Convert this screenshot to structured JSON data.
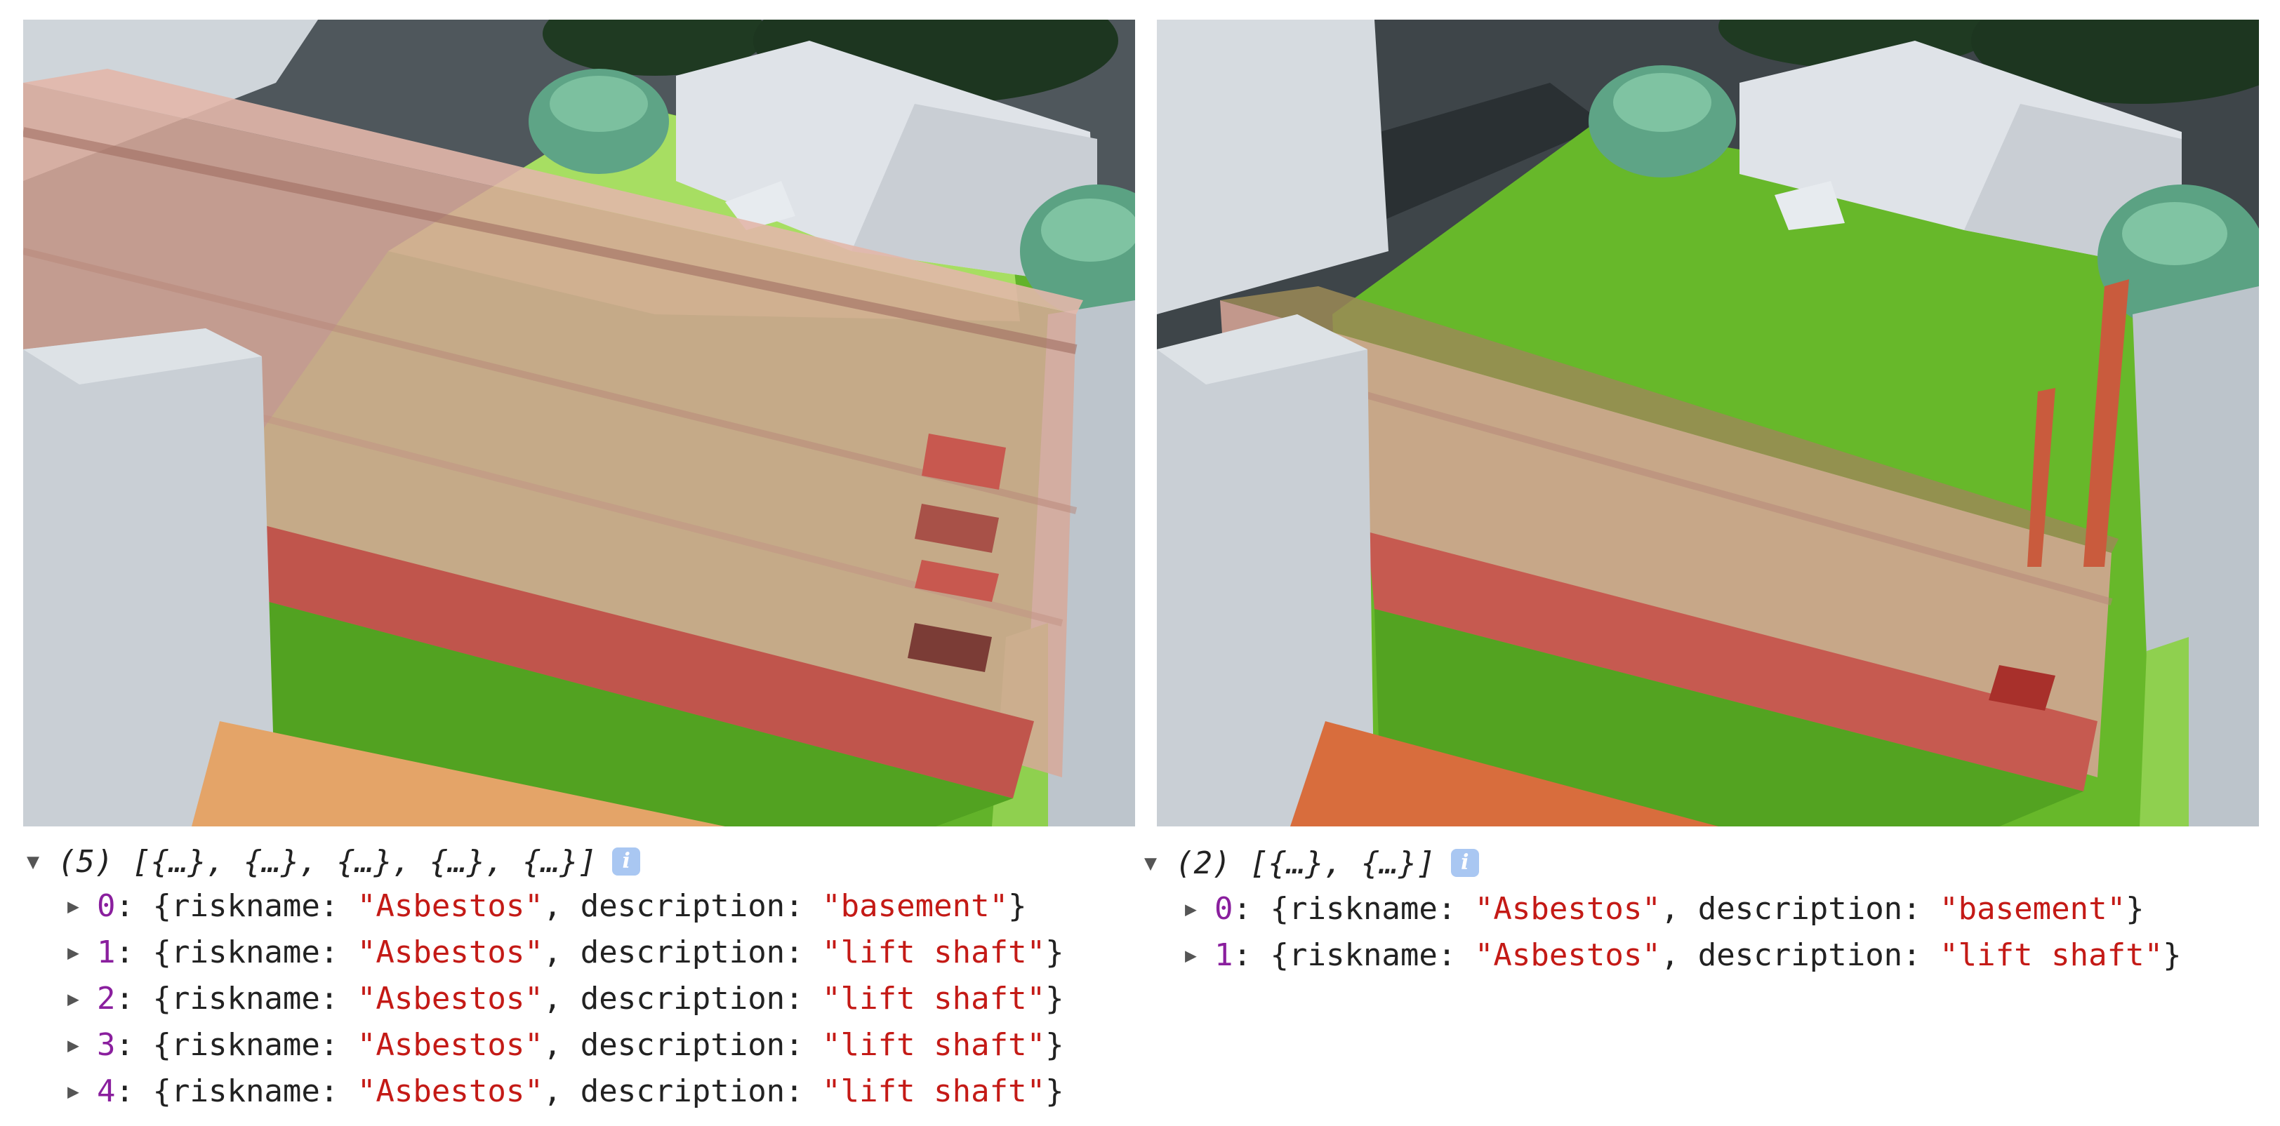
{
  "left_panel": {
    "summary": "(5) [{…}, {…}, {…}, {…}, {…}]",
    "info_icon": "i",
    "entries": [
      {
        "index": "0",
        "riskname_key": "riskname",
        "riskname": "\"Asbestos\"",
        "description_key": "description",
        "description": "\"basement\""
      },
      {
        "index": "1",
        "riskname_key": "riskname",
        "riskname": "\"Asbestos\"",
        "description_key": "description",
        "description": "\"lift shaft\""
      },
      {
        "index": "2",
        "riskname_key": "riskname",
        "riskname": "\"Asbestos\"",
        "description_key": "description",
        "description": "\"lift shaft\""
      },
      {
        "index": "3",
        "riskname_key": "riskname",
        "riskname": "\"Asbestos\"",
        "description_key": "description",
        "description": "\"lift shaft\""
      },
      {
        "index": "4",
        "riskname_key": "riskname",
        "riskname": "\"Asbestos\"",
        "description_key": "description",
        "description": "\"lift shaft\""
      }
    ]
  },
  "right_panel": {
    "summary": "(2) [{…}, {…}]",
    "info_icon": "i",
    "entries": [
      {
        "index": "0",
        "riskname_key": "riskname",
        "riskname": "\"Asbestos\"",
        "description_key": "description",
        "description": "\"basement\""
      },
      {
        "index": "1",
        "riskname_key": "riskname",
        "riskname": "\"Asbestos\"",
        "description_key": "description",
        "description": "\"lift shaft\""
      }
    ]
  },
  "colors": {
    "index": "#8a1f9e",
    "string": "#c41a16",
    "info_badge": "#a9c7f2",
    "risk_volume": "#c0584f",
    "grass": "#5fae26",
    "orange_ground": "#e3a36a"
  }
}
